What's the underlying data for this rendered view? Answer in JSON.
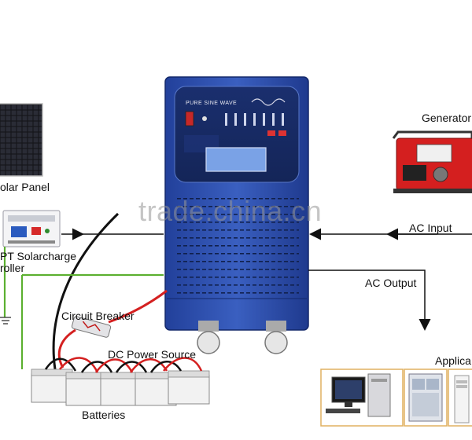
{
  "labels": {
    "solar_panel": "olar Panel",
    "mppt_line1": "PT Solarcharge",
    "mppt_line2": "roller",
    "generator": "Generator",
    "ac_input": "AC Input",
    "ac_output": "AC Output",
    "circuit_breaker": "Circuit Breaker",
    "dc_power_source": "DC Power Source",
    "batteries": "Batteries",
    "appliances": "Applica"
  },
  "inverter": {
    "panel_title": "PURE SINE WAVE"
  },
  "watermark": "trade.china.cn",
  "colors": {
    "inverter_body": "#2d4ea8",
    "wire_black": "#111111",
    "wire_red": "#d42020",
    "wire_green": "#5cb030",
    "battery": "#f2f2f2"
  },
  "icons": [
    "solar-panel-icon",
    "charge-controller-icon",
    "generator-icon",
    "inverter-icon",
    "breaker-icon",
    "battery-icon",
    "computer-icon",
    "switchboard-icon",
    "air-conditioner-icon",
    "ground-icon"
  ]
}
